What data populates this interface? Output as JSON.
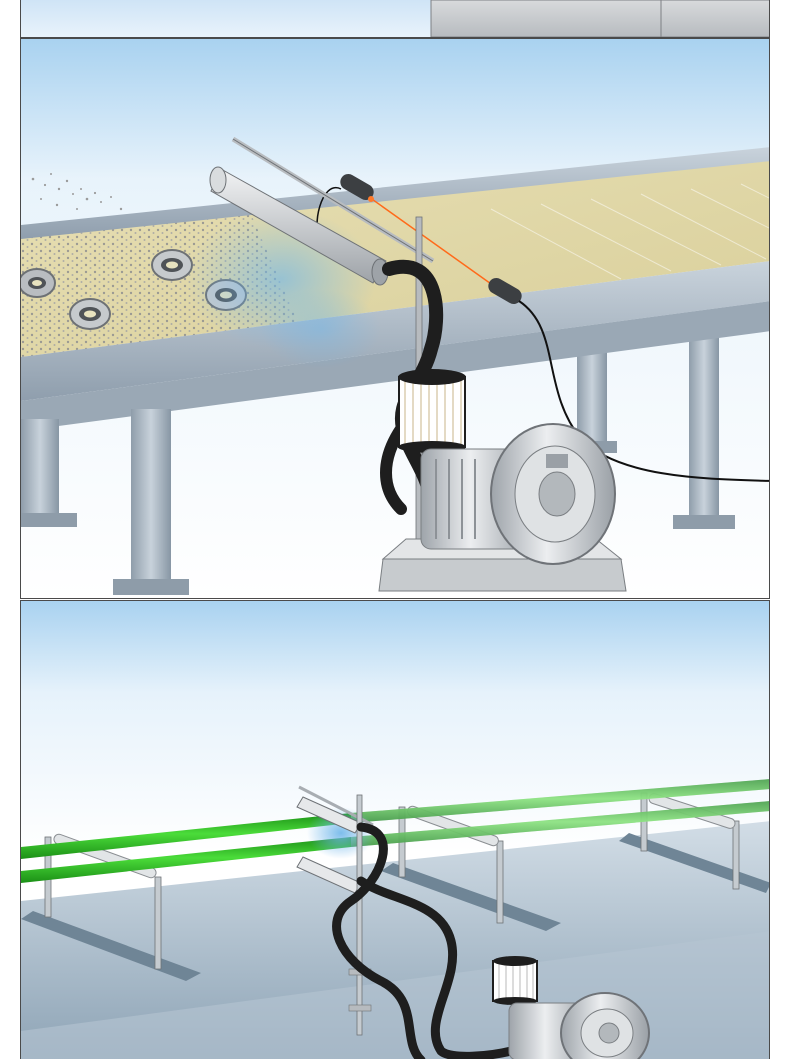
{
  "panels": [
    {
      "id": "top-strip",
      "scene": "partial-previous-illustration"
    },
    {
      "id": "conveyor",
      "scene": "air-knife-drying-bearings-on-conveyor-belt-with-blower-and-sensor"
    },
    {
      "id": "pipes",
      "scene": "air-knife-drying-green-pipes-on-roller-supports-with-blower"
    }
  ],
  "colors": {
    "sky_top": "#a9d2f0",
    "sky_bottom": "#ffffff",
    "belt": "#e4dcae",
    "frame": "#aebcca",
    "pipe_green": "#34c82a",
    "hose": "#1e1e1e",
    "blower": "#cfd3d7",
    "air_jet": "#6fb6ea",
    "laser": "#ff6a1a"
  },
  "icons": [
    "air-knife-icon",
    "blower-icon",
    "filter-icon",
    "sensor-icon",
    "bearing-icon",
    "hose-icon"
  ]
}
